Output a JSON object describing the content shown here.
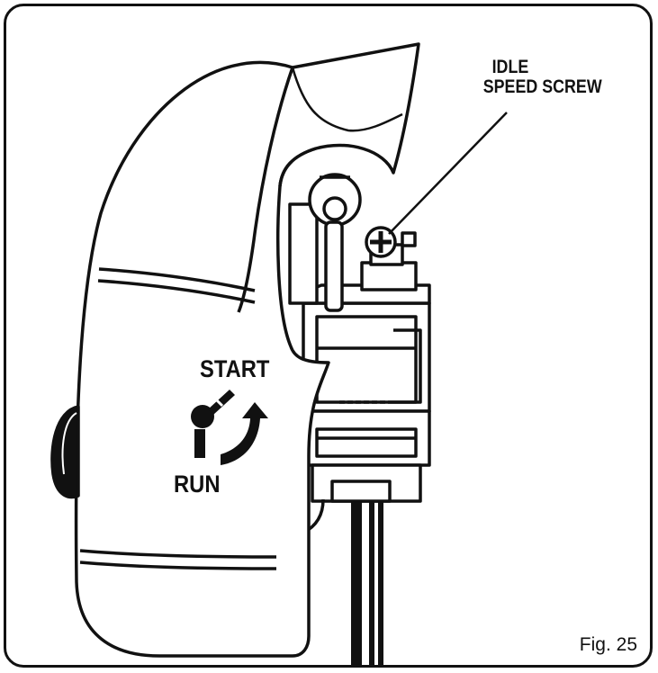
{
  "callout": {
    "line1": "IDLE",
    "line2": "SPEED SCREW"
  },
  "handle": {
    "start_label": "START",
    "run_label": "RUN"
  },
  "figure": {
    "label": "Fig. 25"
  },
  "colors": {
    "ink": "#111111",
    "paper": "#ffffff"
  }
}
